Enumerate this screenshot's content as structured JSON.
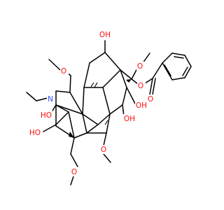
{
  "colors": {
    "oxygen": "#ff0d0d",
    "nitrogen": "#3050f8",
    "carbon": "#000000",
    "background": "#ffffff"
  },
  "labels": {
    "oh_top": "OH",
    "o_methoxy_top_right": "O",
    "o_methoxy_upper_left": "O",
    "n_ethyl": "N",
    "o_ester": "O",
    "o_carbonyl": "O",
    "oh_right_1": "OH",
    "oh_right_2": "OH",
    "oh_left_1": "HO",
    "oh_left_2": "HO",
    "o_methoxy_lower": "O",
    "o_methoxymethyl": "O"
  }
}
